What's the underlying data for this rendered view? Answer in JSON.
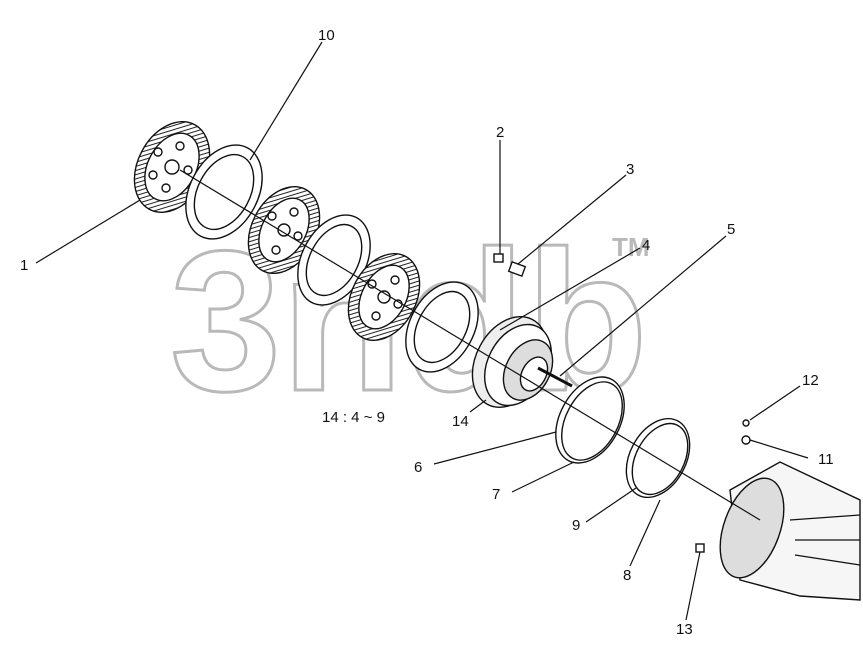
{
  "watermark": {
    "text": "3ndb",
    "tm": "TM"
  },
  "note": "14 : 4 ~ 9",
  "callouts": {
    "c1": "1",
    "c2": "2",
    "c3": "3",
    "c4": "4",
    "c5": "5",
    "c6": "6",
    "c7": "7",
    "c8": "8",
    "c9": "9",
    "c10": "10",
    "c11": "11",
    "c12": "12",
    "c13": "13",
    "c14": "14"
  }
}
